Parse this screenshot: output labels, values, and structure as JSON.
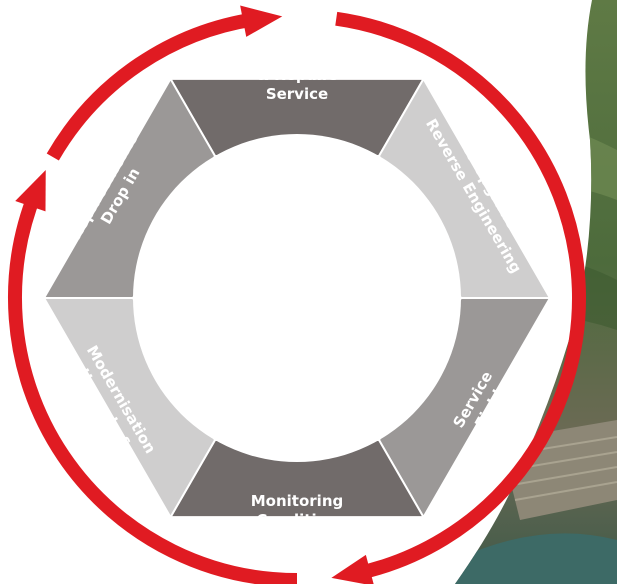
{
  "segments": [
    {
      "id": "service-repairs",
      "lines": [
        "Service",
        "& Repairs"
      ],
      "color": "#716b6a"
    },
    {
      "id": "reverse-engineering",
      "lines": [
        "Reverse Engineering",
        "to Upgrade"
      ],
      "color": "#cfcece"
    },
    {
      "id": "field-service",
      "lines": [
        "Field",
        "Service"
      ],
      "color": "#9b9897"
    },
    {
      "id": "condition-monitoring",
      "lines": [
        "Condition",
        "Monitoring"
      ],
      "color": "#716b6a"
    },
    {
      "id": "upgrade-modernisation",
      "lines": [
        "Upgrade &",
        "Modernisation"
      ],
      "color": "#cfcece"
    },
    {
      "id": "drop-in-replacements",
      "lines": [
        "Drop in",
        "Replacements"
      ],
      "color": "#9b9897"
    }
  ],
  "colors": {
    "arrow": "#e01b22",
    "center": "#ffffff",
    "separator": "#ffffff"
  },
  "background_photo": "dam-spillway-hillside-photo"
}
